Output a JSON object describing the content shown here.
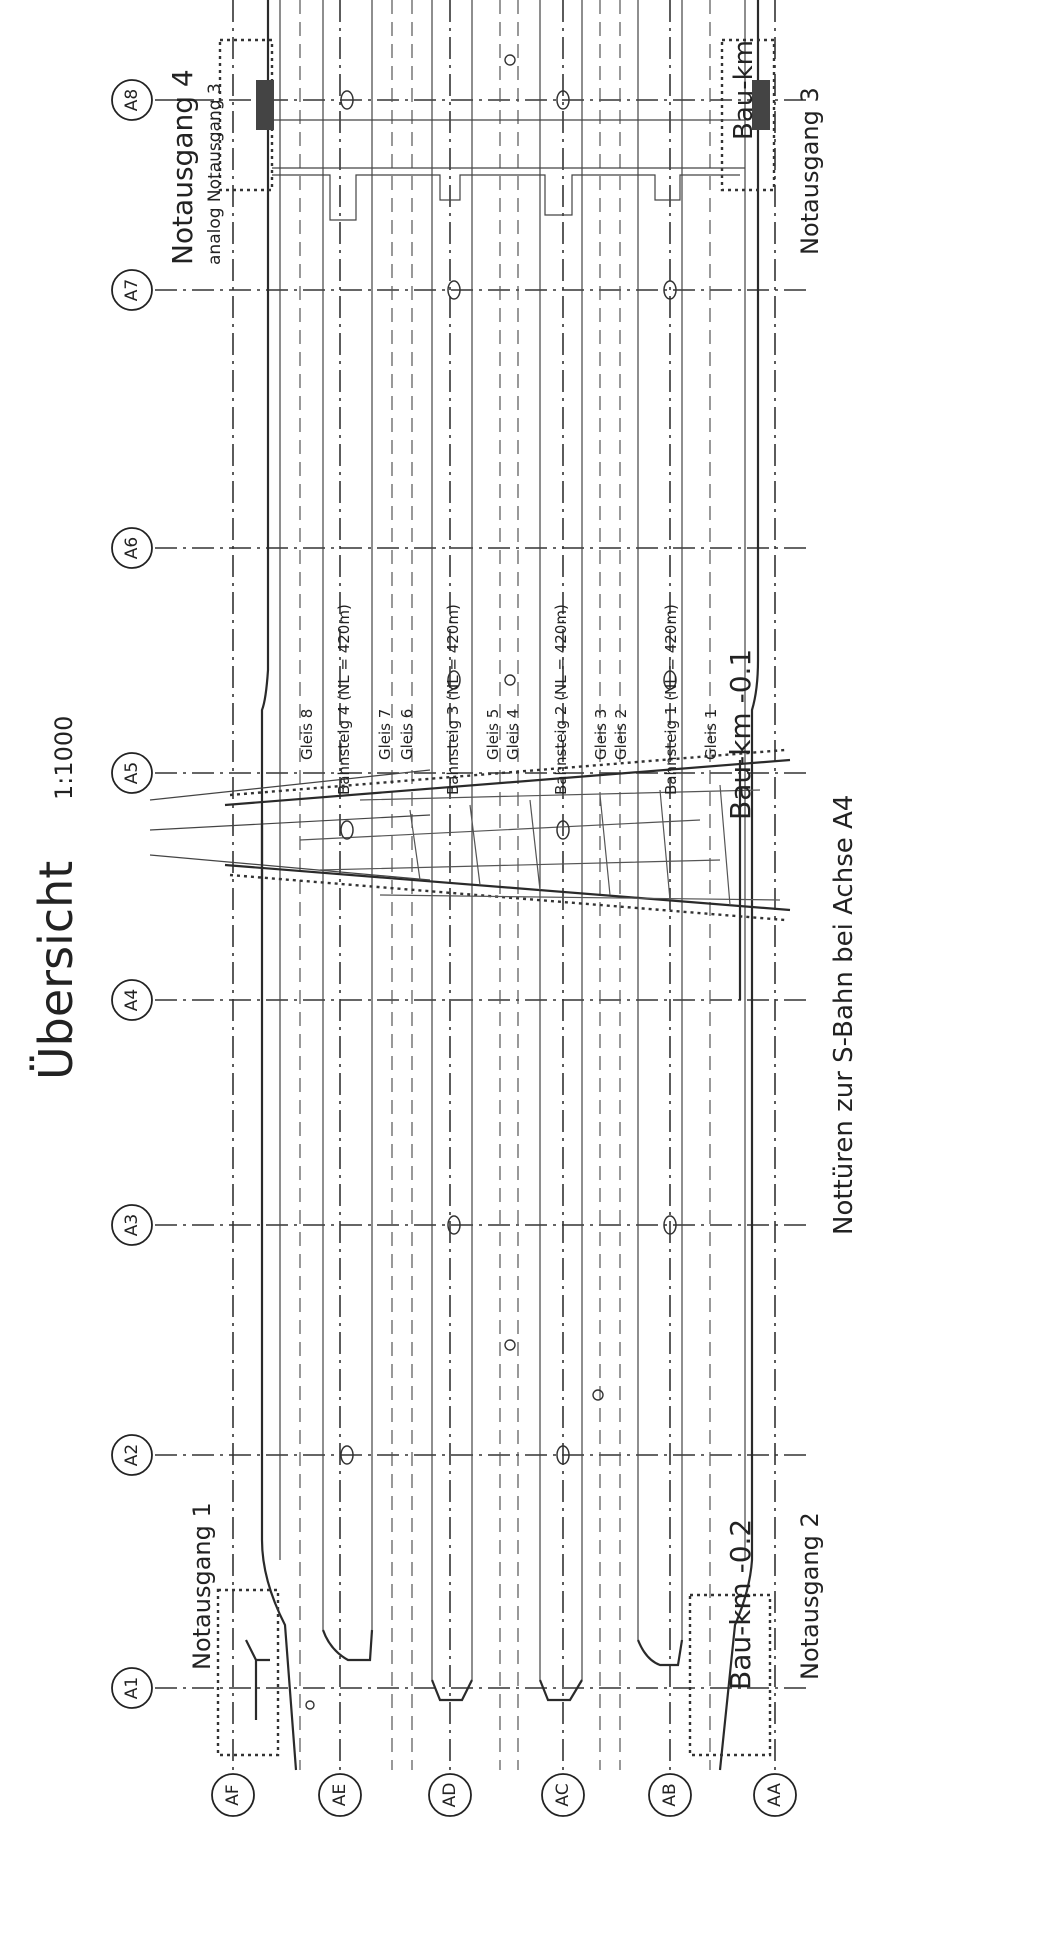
{
  "title": "Übersicht",
  "scale": "1:1000",
  "axes_longitudinal": [
    "A1",
    "A2",
    "A3",
    "A4",
    "A5",
    "A6",
    "A7",
    "A8"
  ],
  "axes_transverse": [
    "AF",
    "AE",
    "AD",
    "AC",
    "AB",
    "AA"
  ],
  "labels": {
    "notausgang_1": "Notausgang 1",
    "notausgang_2": "Notausgang 2",
    "notausgang_3": "Notausgang 3",
    "notausgang_4": "Notausgang 4",
    "analog_note": "analog Notausgang 3",
    "bau_km_02": "Bau-km -0.2",
    "bau_km_01": "Bau-km -0.1",
    "bau_km_top": "Bau-km",
    "nottueren": "Nottüren zur S-Bahn bei Achse A4"
  },
  "tracks": [
    {
      "label": "Gleis 8"
    },
    {
      "label": "Bahnsteig 4 (NL = 420m)"
    },
    {
      "label": "Gleis 7"
    },
    {
      "label": "Gleis 6"
    },
    {
      "label": "Bahnsteig 3 (NL = 420m)"
    },
    {
      "label": "Gleis 5"
    },
    {
      "label": "Gleis 4"
    },
    {
      "label": "Bahnsteig 2 (NL = 420m)"
    },
    {
      "label": "Gleis 3"
    },
    {
      "label": "Gleis 2"
    },
    {
      "label": "Bahnsteig 1 (NL = 420m)"
    },
    {
      "label": "Gleis 1"
    }
  ]
}
